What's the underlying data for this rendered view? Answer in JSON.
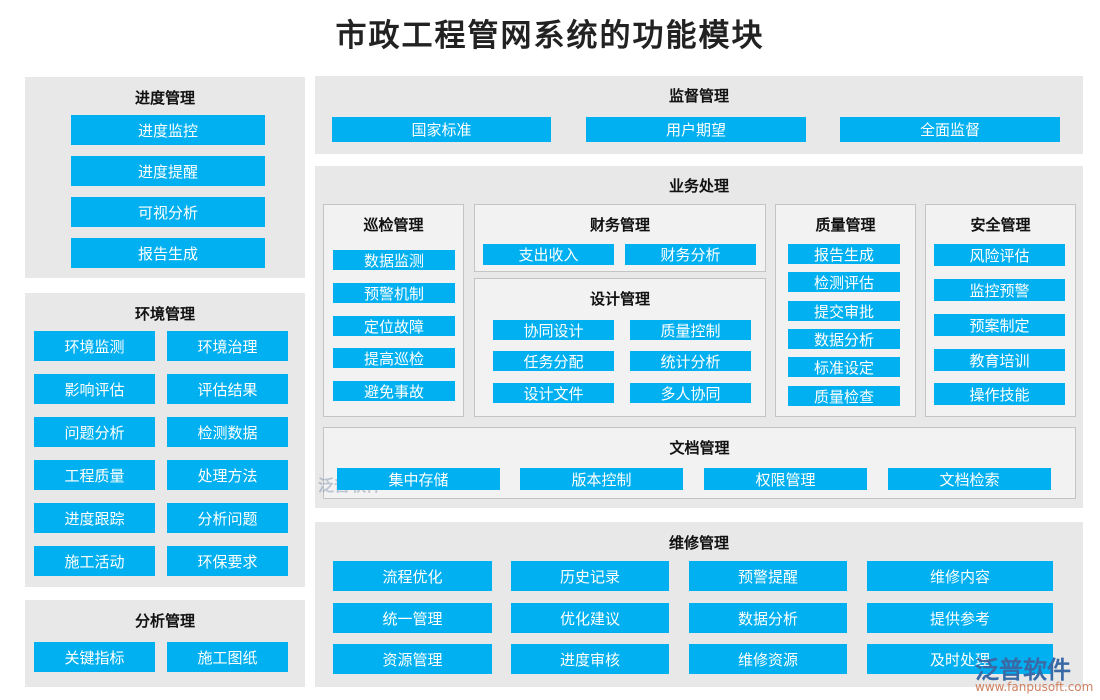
{
  "title": "市政工程管网系统的功能模块",
  "progress": {
    "title": "进度管理",
    "items": [
      "进度监控",
      "进度提醒",
      "可视分析",
      "报告生成"
    ]
  },
  "environment": {
    "title": "环境管理",
    "items": [
      "环境监测",
      "环境治理",
      "影响评估",
      "评估结果",
      "问题分析",
      "检测数据",
      "工程质量",
      "处理方法",
      "进度跟踪",
      "分析问题",
      "施工活动",
      "环保要求"
    ]
  },
  "analysis": {
    "title": "分析管理",
    "items": [
      "关键指标",
      "施工图纸"
    ]
  },
  "supervision": {
    "title": "监督管理",
    "items": [
      "国家标准",
      "用户期望",
      "全面监督"
    ]
  },
  "business": {
    "title": "业务处理",
    "inspection": {
      "title": "巡检管理",
      "items": [
        "数据监测",
        "预警机制",
        "定位故障",
        "提高巡检",
        "避免事故"
      ]
    },
    "finance": {
      "title": "财务管理",
      "items": [
        "支出收入",
        "财务分析"
      ]
    },
    "design": {
      "title": "设计管理",
      "items": [
        "协同设计",
        "质量控制",
        "任务分配",
        "统计分析",
        "设计文件",
        "多人协同"
      ]
    },
    "quality": {
      "title": "质量管理",
      "items": [
        "报告生成",
        "检测评估",
        "提交审批",
        "数据分析",
        "标准设定",
        "质量检查"
      ]
    },
    "safety": {
      "title": "安全管理",
      "items": [
        "风险评估",
        "监控预警",
        "预案制定",
        "教育培训",
        "操作技能"
      ]
    },
    "documents": {
      "title": "文档管理",
      "items": [
        "集中存储",
        "版本控制",
        "权限管理",
        "文档检索"
      ]
    }
  },
  "maintenance": {
    "title": "维修管理",
    "items": [
      "流程优化",
      "历史记录",
      "预警提醒",
      "维修内容",
      "统一管理",
      "优化建议",
      "数据分析",
      "提供参考",
      "资源管理",
      "进度审核",
      "维修资源",
      "及时处理"
    ]
  },
  "watermark": {
    "brand": "泛普软件",
    "url": "www.fanpusoft.com"
  },
  "colors": {
    "button": "#00b0f0",
    "panel": "#e8e8e8",
    "box": "#f2f2f2"
  }
}
